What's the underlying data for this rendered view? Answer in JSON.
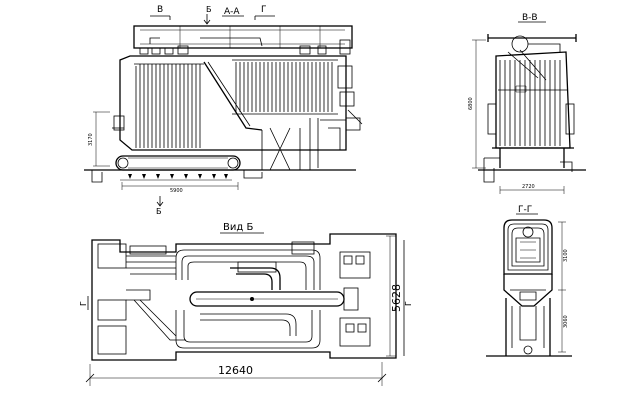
{
  "views": {
    "section_aa": {
      "title": "А-А",
      "marker_v": "В",
      "marker_b": "Б",
      "marker_g": "Г",
      "marker_b_bottom": "Б",
      "dim_height": "3170",
      "dim_width": "5900"
    },
    "section_vv": {
      "title": "В-В",
      "dim_height": "6800",
      "dim_width": "2720"
    },
    "view_b": {
      "title": "Вид Б",
      "dim_length": "12640",
      "dim_width": "5628",
      "marker_left": "Г",
      "marker_right": "Г"
    },
    "section_gg": {
      "title": "Г-Г",
      "dim_upper": "3100",
      "dim_lower": "3060"
    }
  }
}
